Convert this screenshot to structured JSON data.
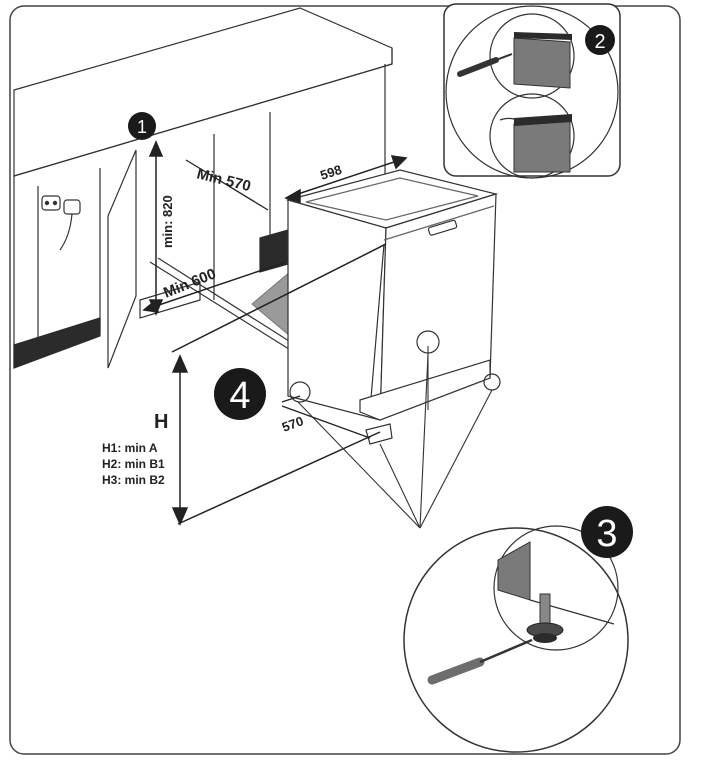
{
  "steps": {
    "s1": "1",
    "s2": "2",
    "s3": "3",
    "s4": "4"
  },
  "dimensions": {
    "min_height": "min: 820",
    "min_depth": "Min 570",
    "min_width": "Min 600",
    "appliance_width": "598",
    "base_depth": "570",
    "height_label": "H"
  },
  "height_requirements": [
    "H1: min A",
    "H2: min B1",
    "H3: min B2"
  ],
  "colors": {
    "line": "#333333",
    "step_badge": "#1a1a1a",
    "arrow_fill": "#9a9a9a",
    "dark_strip": "#2b2b2b",
    "screwdriver_handle": "#6d6d6d"
  }
}
